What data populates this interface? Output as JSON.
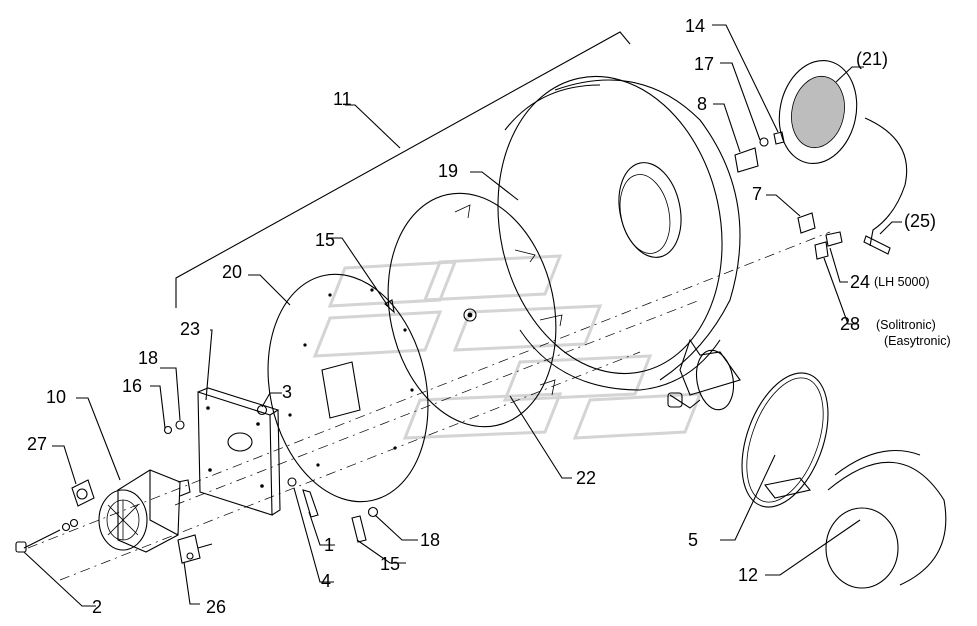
{
  "diagram": {
    "labels": {
      "l1": "1",
      "l2": "2",
      "l3": "3",
      "l4": "4",
      "l5": "5",
      "l7": "7",
      "l8": "8",
      "l10": "10",
      "l11": "11",
      "l12": "12",
      "l14": "14",
      "l15a": "15",
      "l15b": "15",
      "l16": "16",
      "l17": "17",
      "l18a": "18",
      "l18b": "18",
      "l19": "19",
      "l20": "20",
      "l21": "(21)",
      "l22": "22",
      "l23": "23",
      "l24": "24",
      "l24note": "(LH 5000)",
      "l25": "(25)",
      "l26": "26",
      "l27": "27",
      "l28": "28",
      "l28note1": "(Solitronic)",
      "l28note2": "(Easytronic)"
    }
  }
}
